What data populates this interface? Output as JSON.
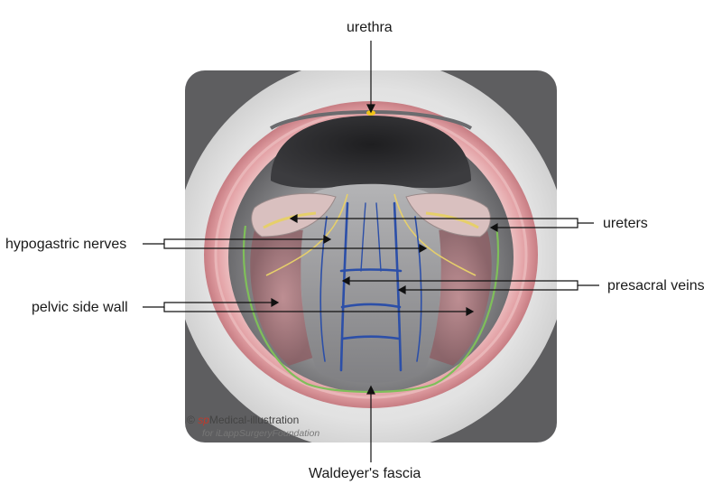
{
  "labels": {
    "urethra": "urethra",
    "ureters": "ureters",
    "hypogastric_nerves": "hypogastric nerves",
    "presacral_veins": "presacral veins",
    "pelvic_side_wall": "pelvic side wall",
    "waldeyers_fascia": "Waldeyer's fascia"
  },
  "credit": {
    "copyright": "©",
    "brand_prefix": "sp",
    "brand_name": "Medical-illustration",
    "line2": "for iLappSurgeryFoundation"
  },
  "colors": {
    "frame": "#5e5e60",
    "tissue_outer": "#d9959a",
    "tissue_inner": "#f2c7c8",
    "sacrum": "#8a8a8c",
    "cavity": "#2a2a2c",
    "veins": "#2c4fa8",
    "nerves": "#e6cf6a",
    "fascia": "#7fbf5a",
    "urethra": "#f0c419"
  }
}
